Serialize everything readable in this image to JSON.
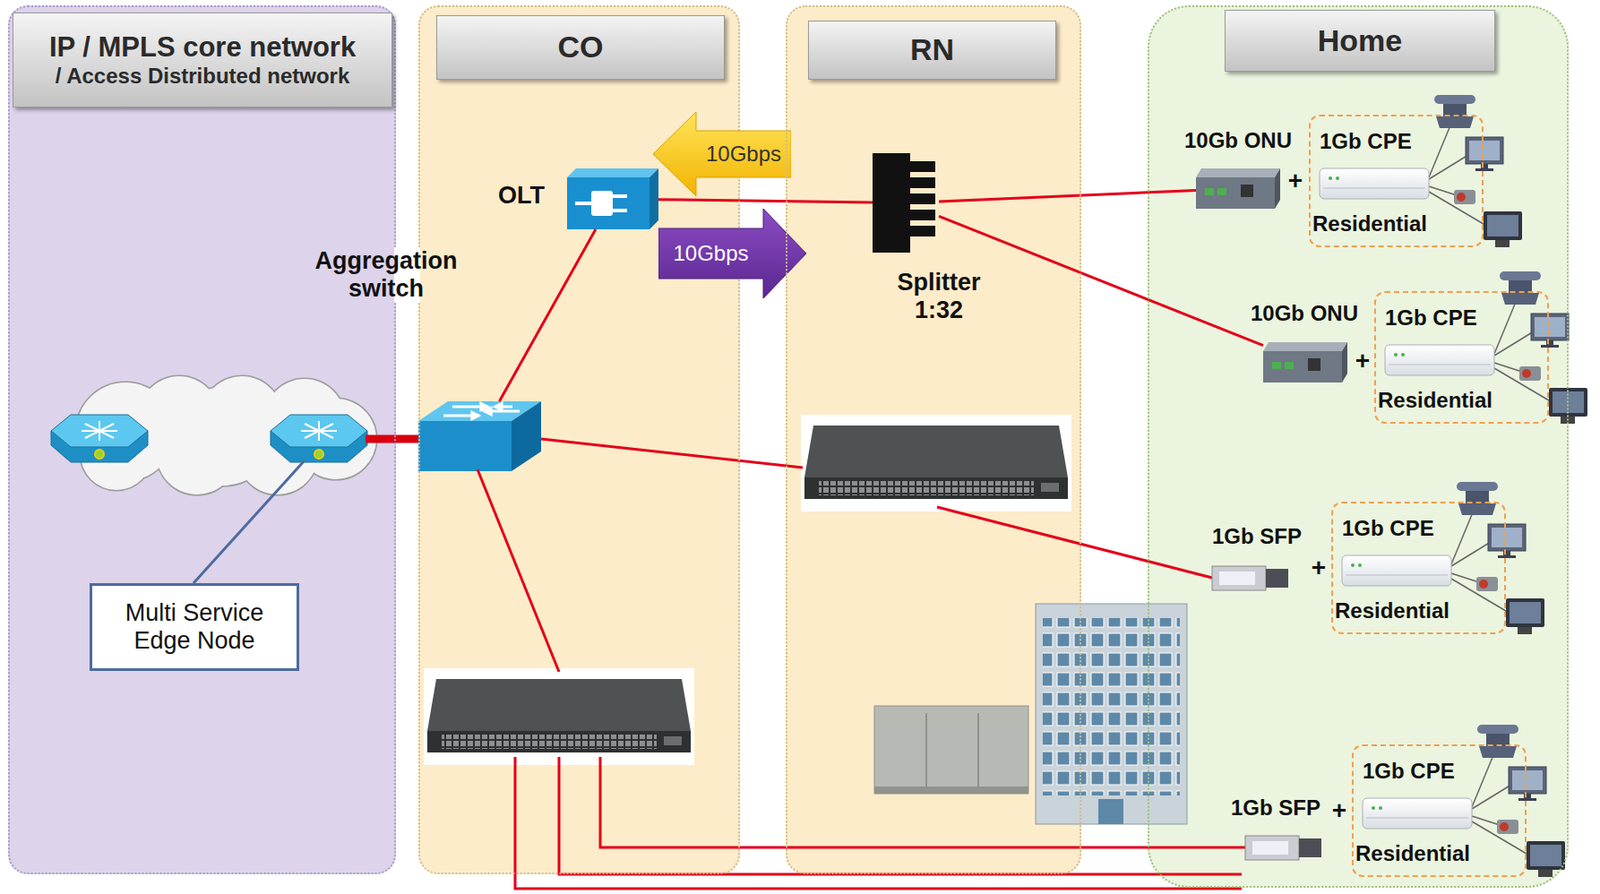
{
  "diagram": {
    "nodes": [
      {
        "text": [
          "IP / MPLS core network",
          "/ Access Distributed network"
        ]
      },
      {
        "text": [
          "Multi Service Edge Node"
        ],
        "in": 0
      },
      {
        "text": [
          "CO"
        ]
      },
      {
        "text": [
          "OLT"
        ],
        "in": 2
      },
      {
        "text": [
          "10Gbps"
        ]
      },
      {
        "text": [
          "10Gbps"
        ]
      },
      {
        "text": [
          "Aggregation switch"
        ],
        "in": 2
      },
      {
        "text": [
          "RN"
        ]
      },
      {
        "text": [
          "Splitter 1:32"
        ],
        "in": 7
      },
      {
        "text": [
          "Home"
        ]
      },
      {
        "text": [
          "10Gb ONU"
        ],
        "in": 9
      },
      {
        "text": [
          "1Gb CPE",
          "Residential"
        ],
        "in": 9
      },
      {
        "text": [
          "10Gb ONU"
        ],
        "in": 9
      },
      {
        "text": [
          "1Gb CPE",
          "Residential"
        ],
        "in": 9
      },
      {
        "text": [
          "1Gb SFP"
        ],
        "in": 9
      },
      {
        "text": [
          "1Gb CPE",
          "Residential"
        ],
        "in": 9
      },
      {
        "text": [
          "1Gb SFP"
        ],
        "in": 9
      },
      {
        "text": [
          "1Gb CPE",
          "Residential"
        ],
        "in": 9
      }
    ],
    "edges": [
      {
        "from": 6,
        "to": 3,
        "arrow": "none"
      },
      {
        "from": 3,
        "to": 8,
        "arrow": "none"
      },
      {
        "from": 8,
        "to": 10,
        "arrow": "none"
      },
      {
        "from": 8,
        "to": 12,
        "arrow": "none"
      }
    ],
    "labels": [
      "+",
      "+",
      "+",
      "+"
    ]
  }
}
